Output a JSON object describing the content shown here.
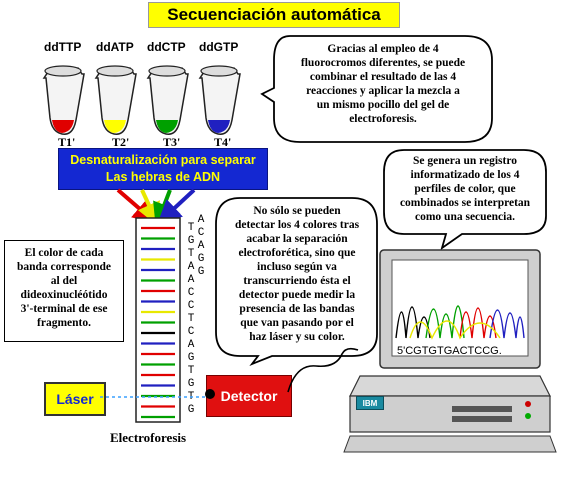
{
  "title": "Secuenciación automática",
  "tubes": [
    {
      "name": "ddTTP",
      "label": "T1'",
      "color": "#e00000"
    },
    {
      "name": "ddATP",
      "label": "T2'",
      "color": "#ffff00"
    },
    {
      "name": "ddCTP",
      "label": "T3'",
      "color": "#00a000"
    },
    {
      "name": "ddGTP",
      "label": "T4'",
      "color": "#2020c0"
    }
  ],
  "bubble_top_right": [
    "Gracias al empleo de 4",
    "fluorocromos diferentes, se puede",
    "combinar el resultado de las 4",
    "reacciones y aplicar la mezcla a",
    "un mismo pocillo del gel de",
    "electroforesis."
  ],
  "denaturation": [
    "Desnaturalización para separar",
    "Las hebras de ADN"
  ],
  "bubble_computer": [
    "Se genera un registro",
    "informatizado de los 4",
    "perfiles de color, que",
    "combinados se interpretan",
    "como una secuencia."
  ],
  "bubble_middle": [
    "No sólo se pueden",
    "detectar los 4 colores tras",
    "acabar la separación",
    "electroforética, sino que",
    "incluso según va",
    "transcurriendo ésta el",
    "detector puede medir la",
    "presencia de las bandas",
    "que van pasando por el",
    "haz láser y su color."
  ],
  "box_left": [
    "El color de cada",
    "banda corresponde",
    "al del",
    "dideoxinucléótido",
    "3'-terminal de ese",
    "fragmento."
  ],
  "laser_label": "Láser",
  "detector_label": "Detector",
  "electrophoresis_label": "Electroforesis",
  "gel_sequence_left": [
    "T",
    "G",
    "T",
    "A",
    "A",
    "C",
    "C",
    "T",
    "C",
    "A",
    "G",
    "T",
    "G",
    "T",
    "G"
  ],
  "gel_sequence_right": [
    "A",
    "C",
    "A",
    "G",
    "G"
  ],
  "screen_sequence": "5'CGTGTGACTCCG.",
  "ibm_label": "IBM",
  "band_colors": [
    "#e00000",
    "#00a000",
    "#2020c0",
    "#e8e800",
    "#2020c0",
    "#00a000",
    "#e00000",
    "#2020c0",
    "#e8e800",
    "#00a000",
    "#000000",
    "#2020c0",
    "#e00000",
    "#00a000",
    "#e00000",
    "#2020c0",
    "#00a000",
    "#e00000",
    "#00a000"
  ]
}
